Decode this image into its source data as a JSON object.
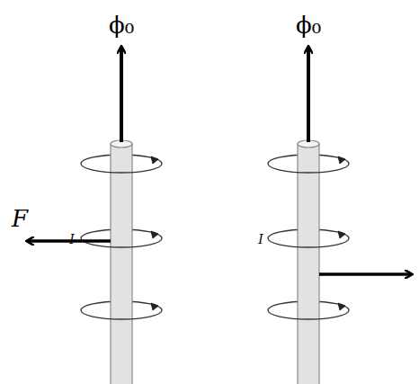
{
  "diagram": {
    "labels": [
      "ϕ₀",
      "ϕ₀",
      "I",
      "I",
      "F"
    ]
  }
}
